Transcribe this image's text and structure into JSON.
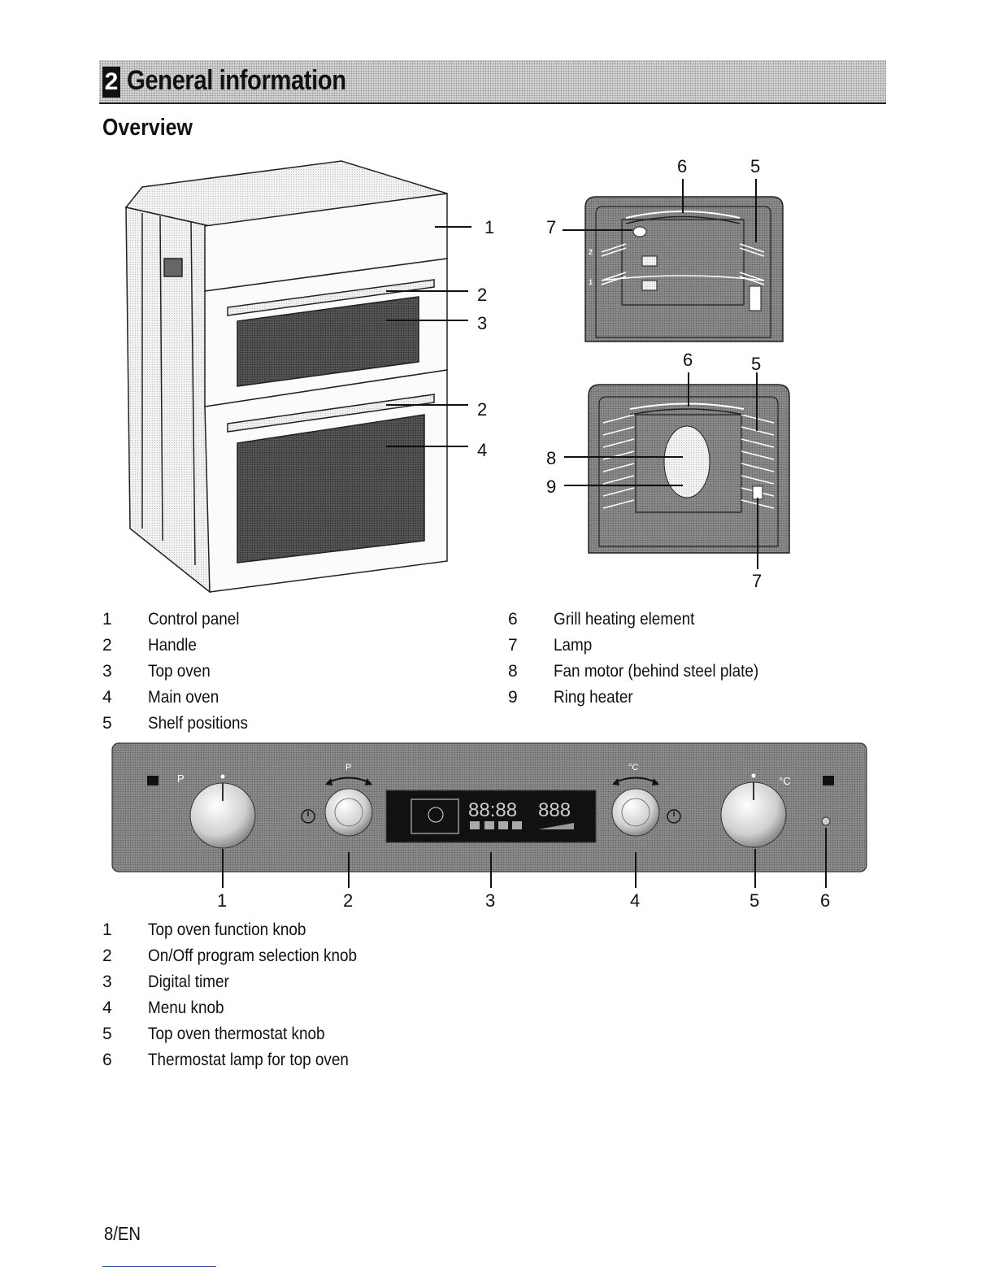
{
  "section": {
    "number": "2",
    "title": "General information"
  },
  "subtitle": "Overview",
  "diagram1": {
    "oven_callouts": [
      "1",
      "2",
      "3",
      "2",
      "4"
    ],
    "top_cavity_callouts": [
      "6",
      "5",
      "7"
    ],
    "top_cavity_shelf_marks": [
      "2",
      "1"
    ],
    "main_cavity_callouts": [
      "6",
      "5",
      "8",
      "9",
      "7"
    ]
  },
  "legend1": {
    "left": [
      {
        "num": "1",
        "text": "Control panel"
      },
      {
        "num": "2",
        "text": "Handle"
      },
      {
        "num": "3",
        "text": "Top oven"
      },
      {
        "num": "4",
        "text": "Main oven"
      },
      {
        "num": "5",
        "text": "Shelf positions"
      }
    ],
    "right": [
      {
        "num": "6",
        "text": "Grill heating element"
      },
      {
        "num": "7",
        "text": "Lamp"
      },
      {
        "num": "8",
        "text": "Fan motor (behind steel plate)"
      },
      {
        "num": "9",
        "text": "Ring heater"
      }
    ]
  },
  "control_panel": {
    "left_mark": "P",
    "right_mark": "°C",
    "knob2_mark": "P",
    "knob4_mark": "°C",
    "display_digits_1": "88:88",
    "display_digits_2": "888",
    "callouts": [
      "1",
      "2",
      "3",
      "4",
      "5",
      "6"
    ]
  },
  "legend2": [
    {
      "num": "1",
      "text": "Top oven function knob"
    },
    {
      "num": "2",
      "text": "On/Off program selection knob"
    },
    {
      "num": "3",
      "text": "Digital timer"
    },
    {
      "num": "4",
      "text": "Menu knob"
    },
    {
      "num": "5",
      "text": "Top oven thermostat knob"
    },
    {
      "num": "6",
      "text": "Thermostat lamp for top oven"
    }
  ],
  "footer": {
    "page": "8/EN"
  }
}
